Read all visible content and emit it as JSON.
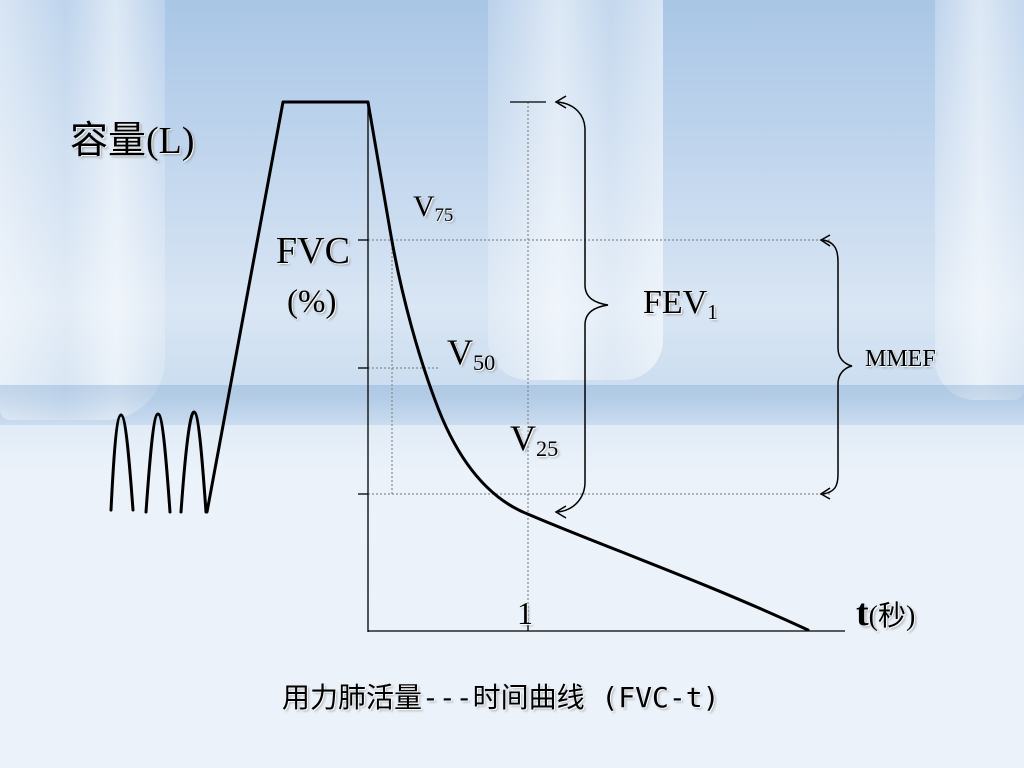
{
  "diagram": {
    "y_axis_title": "容量(L)",
    "fvc_label": "FVC",
    "fvc_unit": "(%)",
    "v75": {
      "base": "V",
      "sub": "75"
    },
    "v50": {
      "base": "V",
      "sub": "50"
    },
    "v25": {
      "base": "V",
      "sub": "25"
    },
    "fev1": {
      "base": "FEV",
      "sub": "1"
    },
    "mmef": "MMEF",
    "x_tick": "1",
    "x_axis_title": {
      "main": "t",
      "unit": "(秒)"
    },
    "caption": "用力肺活量---时间曲线 (FVC-t)"
  },
  "colors": {
    "curve": "#000000",
    "guide_lines": "#8a8a8a",
    "text": "#000000"
  }
}
